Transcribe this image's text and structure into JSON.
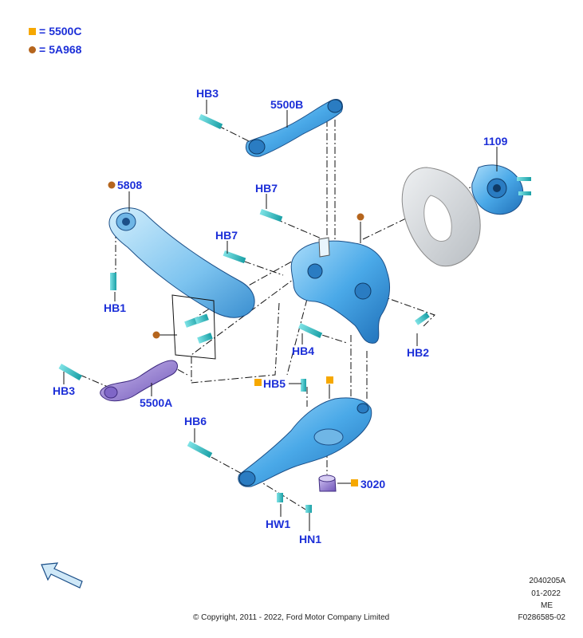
{
  "legend": [
    {
      "symbol": "orange-square",
      "code": "5500C",
      "color": "#f6a800"
    },
    {
      "symbol": "brown-circle",
      "code": "5A968",
      "color": "#b5651d"
    }
  ],
  "equals": "=",
  "labels": {
    "hb3_top": "HB3",
    "p5500b": "5500B",
    "p1109": "1109",
    "p5808": "5808",
    "hb7_top": "HB7",
    "hb7_mid": "HB7",
    "hb1": "HB1",
    "hb4": "HB4",
    "hb2": "HB2",
    "hb3_left": "HB3",
    "p5500a": "5500A",
    "hb5": "HB5",
    "hb6": "HB6",
    "p3020": "3020",
    "hw1": "HW1",
    "hn1": "HN1"
  },
  "footer": {
    "copyright": "© Copyright, 2011 - 2022, Ford Motor Company Limited",
    "ref_code": "2040205A",
    "date": "01-2022",
    "region": "ME",
    "illustration_id": "F0286585-02"
  },
  "colors": {
    "label_blue": "#1c2fd8",
    "part_blue": "#4aa9e8",
    "bolt_cyan": "#2ec4c9",
    "bushing_purple": "#9b7fd6",
    "shield_gray": "#d6dadd"
  },
  "icons": [
    "front-arrow-icon"
  ]
}
